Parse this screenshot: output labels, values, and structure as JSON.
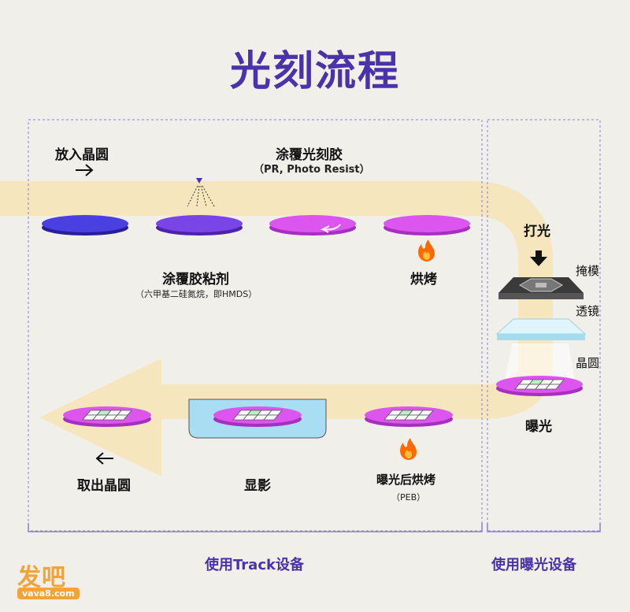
{
  "title": "光刻流程",
  "steps": {
    "load_wafer": "放入晶圆",
    "coat_resist": "涂覆光刻胶",
    "coat_resist_sub": "（PR, Photo Resist）",
    "adhesive": "涂覆胶粘剂",
    "adhesive_sub": "（六甲基二硅氮烷，即HMDS）",
    "bake": "烘烤",
    "light": "打光",
    "mask": "掩模",
    "lens": "透镜",
    "wafer": "晶圆",
    "exposure": "曝光",
    "peb": "曝光后烘烤",
    "peb_sub": "（PEB）",
    "develop": "显影",
    "unload_wafer": "取出晶圆"
  },
  "sections": {
    "track": "使用Track设备",
    "exposure": "使用曝光设备"
  },
  "logo": {
    "main": "发吧",
    "url": "vava8.com"
  },
  "colors": {
    "title": "#4a32a8",
    "flow_band": "#f6e6bd",
    "wafer_blue": "#4a3fe0",
    "wafer_purple": "#7a45e6",
    "wafer_magenta": "#dc55ee",
    "developer_bath": "#a9ddf3",
    "logo": "#f2a33a"
  },
  "icons": [
    "arrow-right-icon",
    "arrow-left-icon",
    "arrow-down-icon",
    "flame-icon",
    "rotate-arrow-icon",
    "nozzle-icon",
    "chip-grid-icon"
  ]
}
